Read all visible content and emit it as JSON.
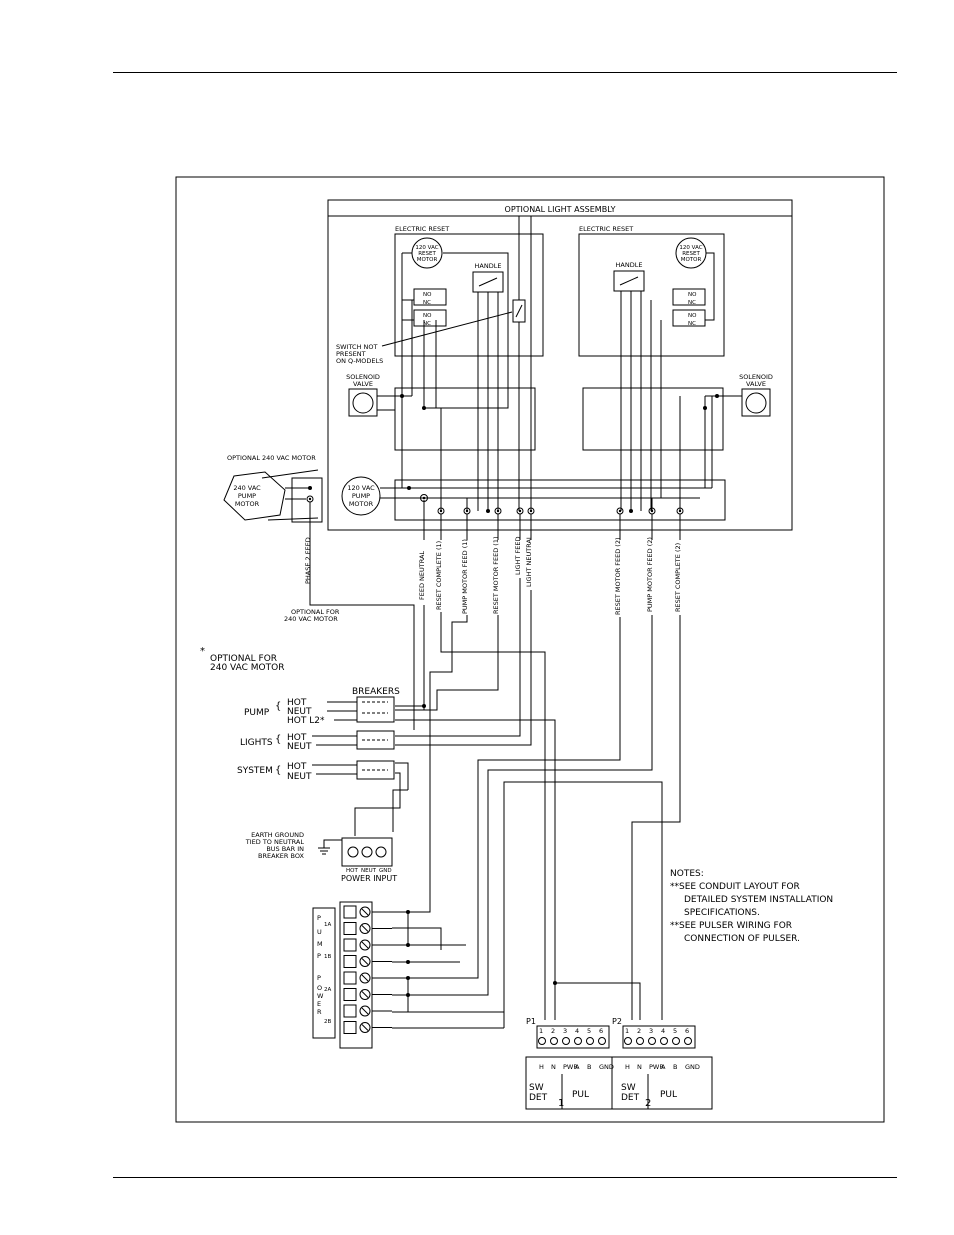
{
  "light_assembly": {
    "title": "OPTIONAL LIGHT ASSEMBLY",
    "left_reset": {
      "label": "ELECTRIC RESET",
      "motor": [
        "120 VAC",
        "RESET",
        "MOTOR"
      ],
      "handle": "HANDLE",
      "contacts": [
        "NO",
        "NC",
        "NO",
        "NC"
      ]
    },
    "right_reset": {
      "label": "ELECTRIC RESET",
      "motor": [
        "120 VAC",
        "RESET",
        "MOTOR"
      ],
      "handle": "HANDLE",
      "contacts": [
        "NO",
        "NC",
        "NO",
        "NC"
      ]
    },
    "switch_note": [
      "SWITCH NOT",
      "PRESENT",
      "ON Q-MODELS"
    ],
    "solenoid_left": [
      "SOLENOID",
      "VALVE"
    ],
    "solenoid_right": [
      "SOLENOID",
      "VALVE"
    ],
    "pump_motor_120": [
      "120 VAC",
      "PUMP",
      "MOTOR"
    ]
  },
  "optional_motor": {
    "title": "OPTIONAL 240 VAC MOTOR",
    "motor": [
      "240 VAC",
      "PUMP",
      "MOTOR"
    ],
    "phase_feed": "PHASE 2 FEED",
    "note": [
      "OPTIONAL FOR",
      "240 VAC MOTOR"
    ]
  },
  "wire_labels": [
    "FEED NEUTRAL",
    "RESET COMPLETE (1)",
    "PUMP MOTOR FEED (1)",
    "RESET MOTOR FEED (1)",
    "LIGHT FEED",
    "LIGHT NEUTRAL",
    "RESET MOTOR FEED (2)",
    "PUMP MOTOR FEED (2)",
    "RESET COMPLETE (2)"
  ],
  "optional_note": {
    "star": "*",
    "lines": [
      "OPTIONAL FOR",
      "240 VAC MOTOR"
    ]
  },
  "breakers": {
    "title": "BREAKERS",
    "groups": [
      {
        "name": "PUMP",
        "lines": [
          "HOT",
          "NEUT",
          "HOT L2*"
        ]
      },
      {
        "name": "LIGHTS",
        "lines": [
          "HOT",
          "NEUT"
        ]
      },
      {
        "name": "SYSTEM",
        "lines": [
          "HOT",
          "NEUT"
        ]
      }
    ]
  },
  "ground_note": [
    "EARTH GROUND",
    "TIED TO NEUTRAL",
    "BUS BAR IN",
    "BREAKER BOX"
  ],
  "power_input": {
    "title": "POWER INPUT",
    "terminals": [
      "HOT",
      "NEUT",
      "GND"
    ]
  },
  "terminal_strip": {
    "side_letters": [
      "P",
      "U",
      "M",
      "P",
      "P",
      "O",
      "W",
      "E",
      "R"
    ],
    "groups": [
      "1A",
      "1B",
      "2A",
      "2B"
    ]
  },
  "notes": {
    "title": "NOTES:",
    "lines": [
      "**SEE CONDUIT LAYOUT FOR",
      "DETAILED SYSTEM INSTALLATION",
      "SPECIFICATIONS.",
      "**SEE PULSER WIRING FOR",
      "CONNECTION OF PULSER."
    ]
  },
  "pcb": {
    "p1": "P1",
    "p2": "P2",
    "pins": [
      "1",
      "2",
      "3",
      "4",
      "5",
      "6"
    ],
    "signals": [
      "H",
      "N",
      "PWR",
      "A",
      "B",
      "GND"
    ],
    "det1": [
      "SW",
      "DET"
    ],
    "num1": "1",
    "pul1": "PUL",
    "det2": [
      "SW",
      "DET"
    ],
    "num2": "2",
    "pul2": "PUL"
  }
}
